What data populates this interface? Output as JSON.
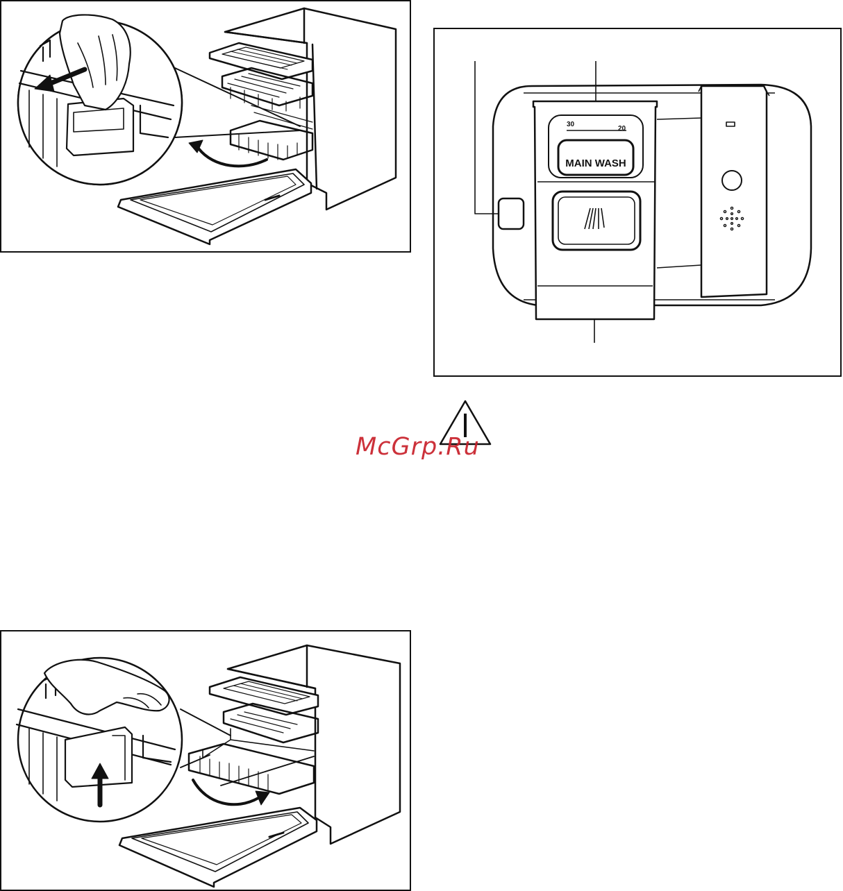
{
  "dispenser": {
    "main_label": "MAIN WASH",
    "scale_min": "30",
    "scale_max": "20"
  },
  "watermark": {
    "text": "McGrp.Ru"
  },
  "icons": {
    "warning": "warning-triangle-icon",
    "pull_arrow": "arrow-left-icon",
    "push_arrow": "arrow-up-icon",
    "rotate_arrow": "curved-arrow-icon"
  }
}
